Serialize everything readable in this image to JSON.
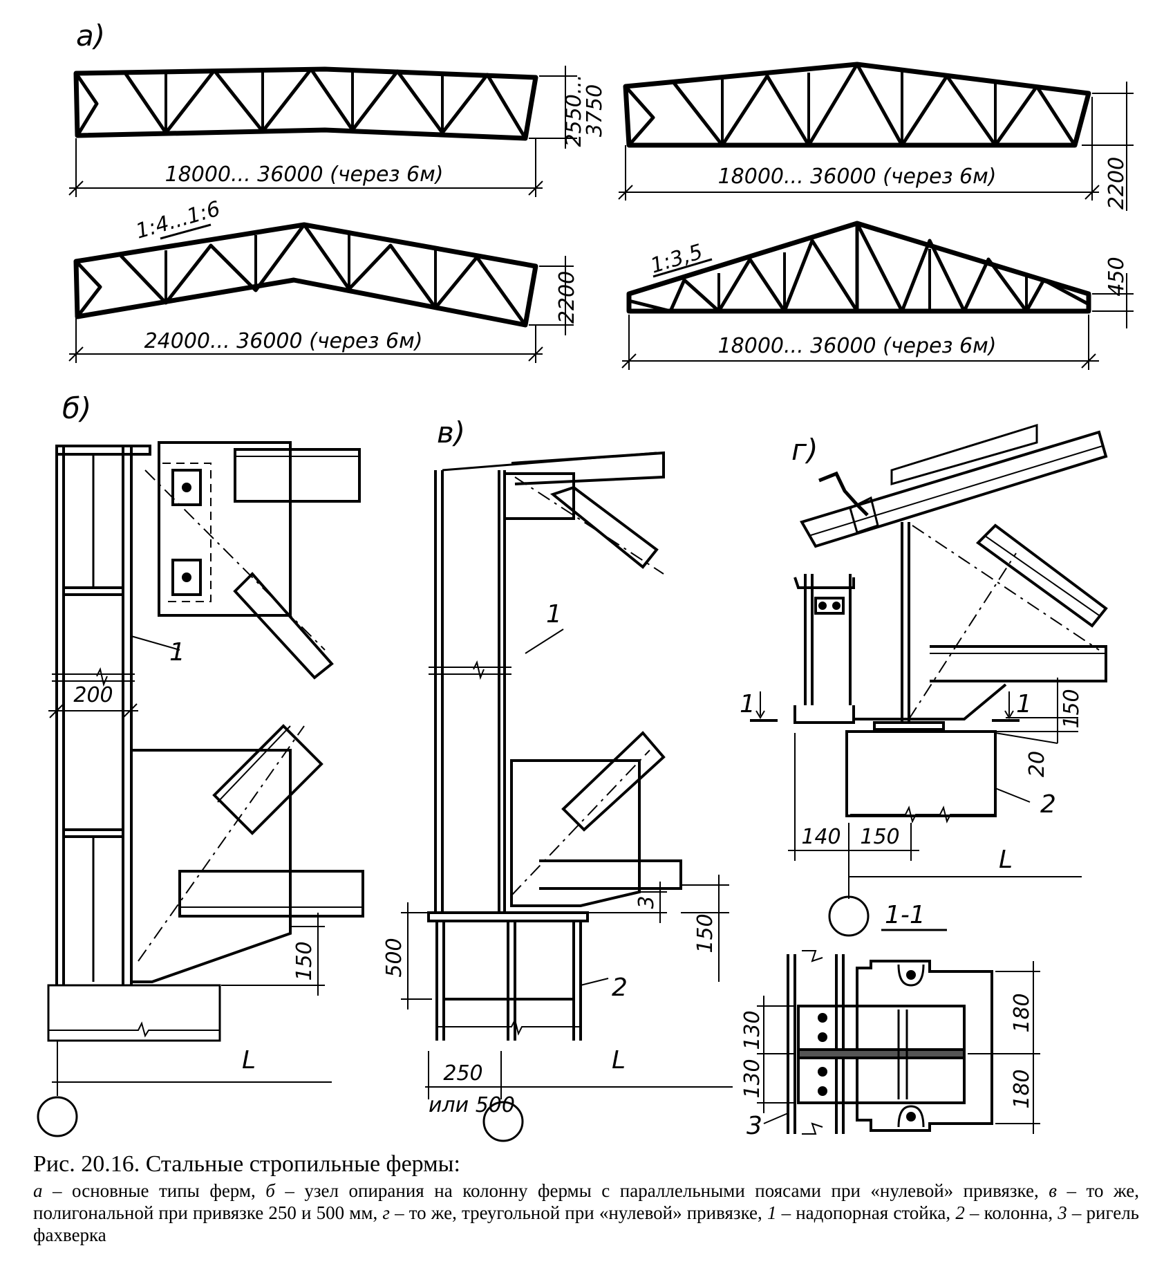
{
  "panels": {
    "a": {
      "label": "а)",
      "truss1": {
        "span": "18000... 36000 (через 6м)",
        "height": "2550...\n3750"
      },
      "truss2": {
        "span": "18000... 36000 (через 6м)",
        "height": "2200"
      },
      "truss3": {
        "span": "24000... 36000 (через 6м)",
        "height": "2200",
        "slope": "1:4...1:6"
      },
      "truss4": {
        "span": "18000... 36000 (через 6м)",
        "height": "450",
        "slope": "1:3,5"
      }
    },
    "b": {
      "label": "б)",
      "dim_width": "200",
      "dim_height": "150",
      "axis": "L",
      "part1": "1"
    },
    "v": {
      "label": "в)",
      "dim_500": "500",
      "dim_3": "3",
      "dim_150": "150",
      "dim_250": "250",
      "dim_or": "или 500",
      "axis": "L",
      "part1": "1",
      "part2": "2"
    },
    "g": {
      "label": "г)",
      "dim_150a": "150",
      "dim_20": "20",
      "dim_140": "140",
      "dim_150b": "150",
      "axis": "L",
      "part2": "2",
      "cut_left": "1",
      "cut_right": "1"
    },
    "section": {
      "title": "1-1",
      "dim_130a": "130",
      "dim_130b": "130",
      "dim_180a": "180",
      "dim_180b": "180",
      "part3": "3"
    }
  },
  "caption": {
    "title": "Рис. 20.16. Стальные стропильные фермы:",
    "a_letter": "а",
    "a_text": " – основные типы ферм, ",
    "b_letter": "б",
    "b_text": " – узел опирания на колонну фермы с параллельными поясами при «нулевой» привязке, ",
    "v_letter": "в",
    "v_text": " – то же, полигональной при привязке 250 и 500 мм, ",
    "g_letter": "г",
    "g_text": " – то же, треугольной при «нулевой» привязке, ",
    "n1": "1",
    "n1_text": " – надопорная стойка, ",
    "n2": "2",
    "n2_text": " – колонна, ",
    "n3": "3",
    "n3_text": " – ригель фахверка"
  }
}
